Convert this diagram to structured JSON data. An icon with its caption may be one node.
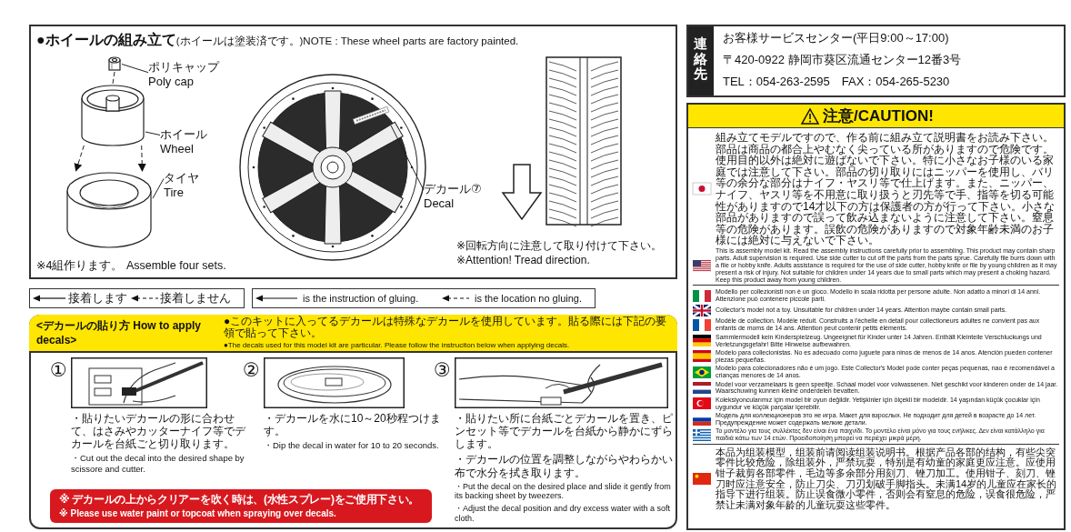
{
  "diagram": {
    "nodes": [
      {
        "text": [
          "**●ホイールの組み立て**(ホイールは塗装済です。)NOTE : These wheel parts are factory painted.",
          "※4組作ります。 Assemble four sets.",
          "※回転方向に注意して取り付けて下さい。 ※Attention! Tread direction."
        ]
      },
      {
        "text": [],
        "shape": "cylinder",
        "in": 0
      },
      {
        "text": [],
        "shape": "cylinder",
        "in": 0
      },
      {
        "text": [],
        "shape": "cylinder",
        "in": 0
      },
      {
        "text": [
          "ポリキャップ Poly cap"
        ],
        "in": 0
      },
      {
        "text": [
          "ホイール Wheel"
        ],
        "in": 0
      },
      {
        "text": [
          "タイヤ Tire"
        ],
        "in": 0
      },
      {
        "text": [],
        "shape": "bar",
        "in": 0
      },
      {
        "text": [
          "デカール⑦ Decal"
        ],
        "in": 0
      },
      {
        "text": [
          "<デカールの貼り方 How to apply decals>",
          "●このキットに入ってるデカールは特殊なデカールを使用しています。貼る際には下記の要領で貼って下さい。",
          "●The decals used for this model kit are particular. Please follow the instruciton below when applying decals."
        ]
      },
      {
        "text": [
          "※ デカールの上からクリアーを吹く時は、(水性スプレー)をご使用下さい。",
          "※ Please use water paint or topcoat when spraying over decals."
        ],
        "in": 9
      },
      {
        "text": [
          "連絡先",
          "お客様サービスセンター(平日9:00～17:00)",
          "〒420-0922 静岡市葵区流通センター12番3号",
          "TEL：054-263-2595　FAX：054-265-5230"
        ]
      },
      {
        "text": [
          "注意/CAUTION!",
          "組み立てモデルですので、作る前に組み立て説明書をお読み下さい。部品は商品の都合上やむなく尖っている所がありますので危険です。使用目的以外は絶対に遊ばないで下さい。特に小さなお子様のいる家庭では注意して下さい。部品の切り取りにはニッパーを使用し、バリ等の余分な部分はナイフ・ヤスリ等で仕上げます。また、ニッパー、ナイフ、ヤスリ等を不用意に取り扱うと刃先等で手、指等を切る可能性がありますので14才以下の方は保護者の方が行って下さい。小さな部品がありますので誤って飲み込まないように注意して下さい。窒息等の危険があります。誤飲の危険がありますので対象年齢未満のお子様には絶対に与えないで下さい。",
          "This is assembly model kit. Read the assembly instructions carefully prior to assembling. This product may contain sharp parts. Adult supervision is required. Use side cutter to cut off the parts from the parts sprue. Carefully file burrs down with a file or hobby knife. Adults assistance is required for the use of side cutter, hobby knife or file by young children as it may present a risk of injury. Not suitable for children under 14 years due to small parts which may present a choking hazard. Keep this product away from young children.",
          "Modello per collezionisti non è un gioco. Modello in scala ridotta per persone adulte. Non adatto a minori di 14 anni. Attenzione può contenere piccole parti.",
          "Collector's model not a toy. Unsuitable for children under 14 years. Attention maybe contain small parts.",
          "Modèle de collection. Modèle réduit. Construits a l'échelle en detail pour collectioneurs adultes ne convient pas aux enfants de moms de 14 ans. Attention peut contenir petits éléments.",
          "Sammlermodell kein Kinderspielzeug. Ungeeignet für Kinder unter 14 Jahren. Enthält Kleinteile Verschluckungs und Verletzungsgefahr! Bitte Hinweise aufbewahren.",
          "Modelo para collecionistas. No es adecuado como juguete para ninos de menos de 14 anos. Atención pueden contener piezas pequeñas.",
          "Modelo para colecionadores não é um jogo. Este Collector's Model pode conter peças pequenas, nao é recomendável a crianças menores de 14 anos.",
          "Model voor verzamelaars is geen speeltje. Schaal model voor volwassenen. Niet geschikt voor kinderen onder de 14 jaar. Waarschuwing kunnen kleine onderdelen bevatten.",
          "Koleksiyoncularımız için model bir oyun değildir. Yetişkinler için ölçekli bir modeldir. 14 yaşından küçük çocuklar için uygundur ve küçük parçalar içerebilir.",
          "Модель для коллекционеров это не игра. Макет для взрослых. Не подходит для детей в возрасте до 14 лет. Предупреждение может содержать мелкие детали.",
          "Το μοντέλο για τους συλλέκτες δεν είναι ένα παιχνίδι. Το μοντέλο είναι μόνο για τους ενήλικες. Δεν είναι κατάλληλο για παιδιά κάτω των 14 ετών. Προειδοποίηση μπορεί να περιέχει μικρά μέρη.",
          "本品为组装模型，组装前请阅读组装说明书。根据产品各部的结构，有些尖突零件比较危险，除组装外，严禁玩耍，特别是有幼童的家庭更应注意。应使用钳子裁剪各部零件，毛边等多余部分用刻刀、锉刀加工。使用钳子、刻刀、锉刀时应注意安全，防止刀尖、刀刃划破手脚指头。未满14岁的儿童应在家长的指导下进行组装。防止误食微小零件，否则会有窒息的危险，误食很危险，严禁让未满对象年龄的儿童玩耍这些零件。"
        ]
      }
    ],
    "edges": [
      {
        "from": 4,
        "to": 1,
        "arrow": "none"
      },
      {
        "from": 5,
        "to": 2,
        "arrow": "none"
      },
      {
        "from": 6,
        "to": 3,
        "arrow": "none"
      },
      {
        "from": 8,
        "to": 7,
        "arrow": "none"
      },
      {
        "from": 1,
        "to": 2,
        "arrow": "none",
        "style": "dashed"
      },
      {
        "from": 2,
        "to": 3,
        "arrow": "to",
        "style": "dashed"
      },
      {
        "from": 2,
        "to": 3,
        "arrow": "to",
        "style": "dashed"
      }
    ],
    "labels": [
      "①",
      "・貼りたいデカールの形に合わせて、はさみやカッターナイフ等でデカールを台紙ごと切り取ります。",
      "・Cut out the decal into the desired shape by scissore and cutter.",
      "②",
      "・デカールを水に10～20秒程つけます。",
      "・Dip the decal in water for 10 to 20 seconds.",
      "③",
      "・貼りたい所に台紙ごとデカールを置き、ピンセット等でデカールを台紙から静かにずらします。",
      "・デカールの位置を調整しながらやわらかい布で水分を拭き取ります。",
      "・Put the decal on the desired place and slide it gently from its backing sheet by tweezers.",
      "・Adjust the decal position and dry excess water with a soft cloth."
    ],
    "legend": [
      {
        "text": "接着します"
      },
      {
        "text": "接着しません"
      },
      {
        "text": "is the instruction of gluing."
      },
      {
        "text": "is the location no gluing."
      }
    ]
  }
}
